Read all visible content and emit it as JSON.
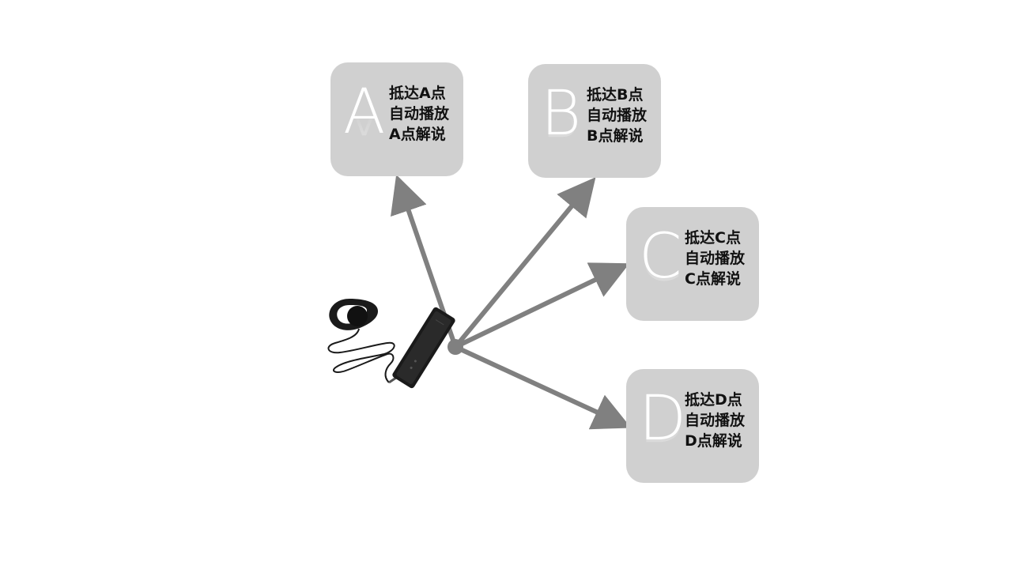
{
  "colors": {
    "card_bg": "#d0d0d0",
    "arrow": "#808080",
    "letter": "#ffffff",
    "text": "#111111",
    "device": "#1a1a1a"
  },
  "cards": [
    {
      "letter": "A",
      "line1": "抵达A点",
      "line2": "自动播放",
      "line3": "A点解说"
    },
    {
      "letter": "B",
      "line1": "抵达B点",
      "line2": "自动播放",
      "line3": "B点解说"
    },
    {
      "letter": "C",
      "line1": "抵达C点",
      "line2": "自动播放",
      "line3": "C点解说"
    },
    {
      "letter": "D",
      "line1": "抵达D点",
      "line2": "自动播放",
      "line3": "D点解说"
    }
  ],
  "device": {
    "icon": "audio-guide-receiver-with-earphone-icon"
  }
}
